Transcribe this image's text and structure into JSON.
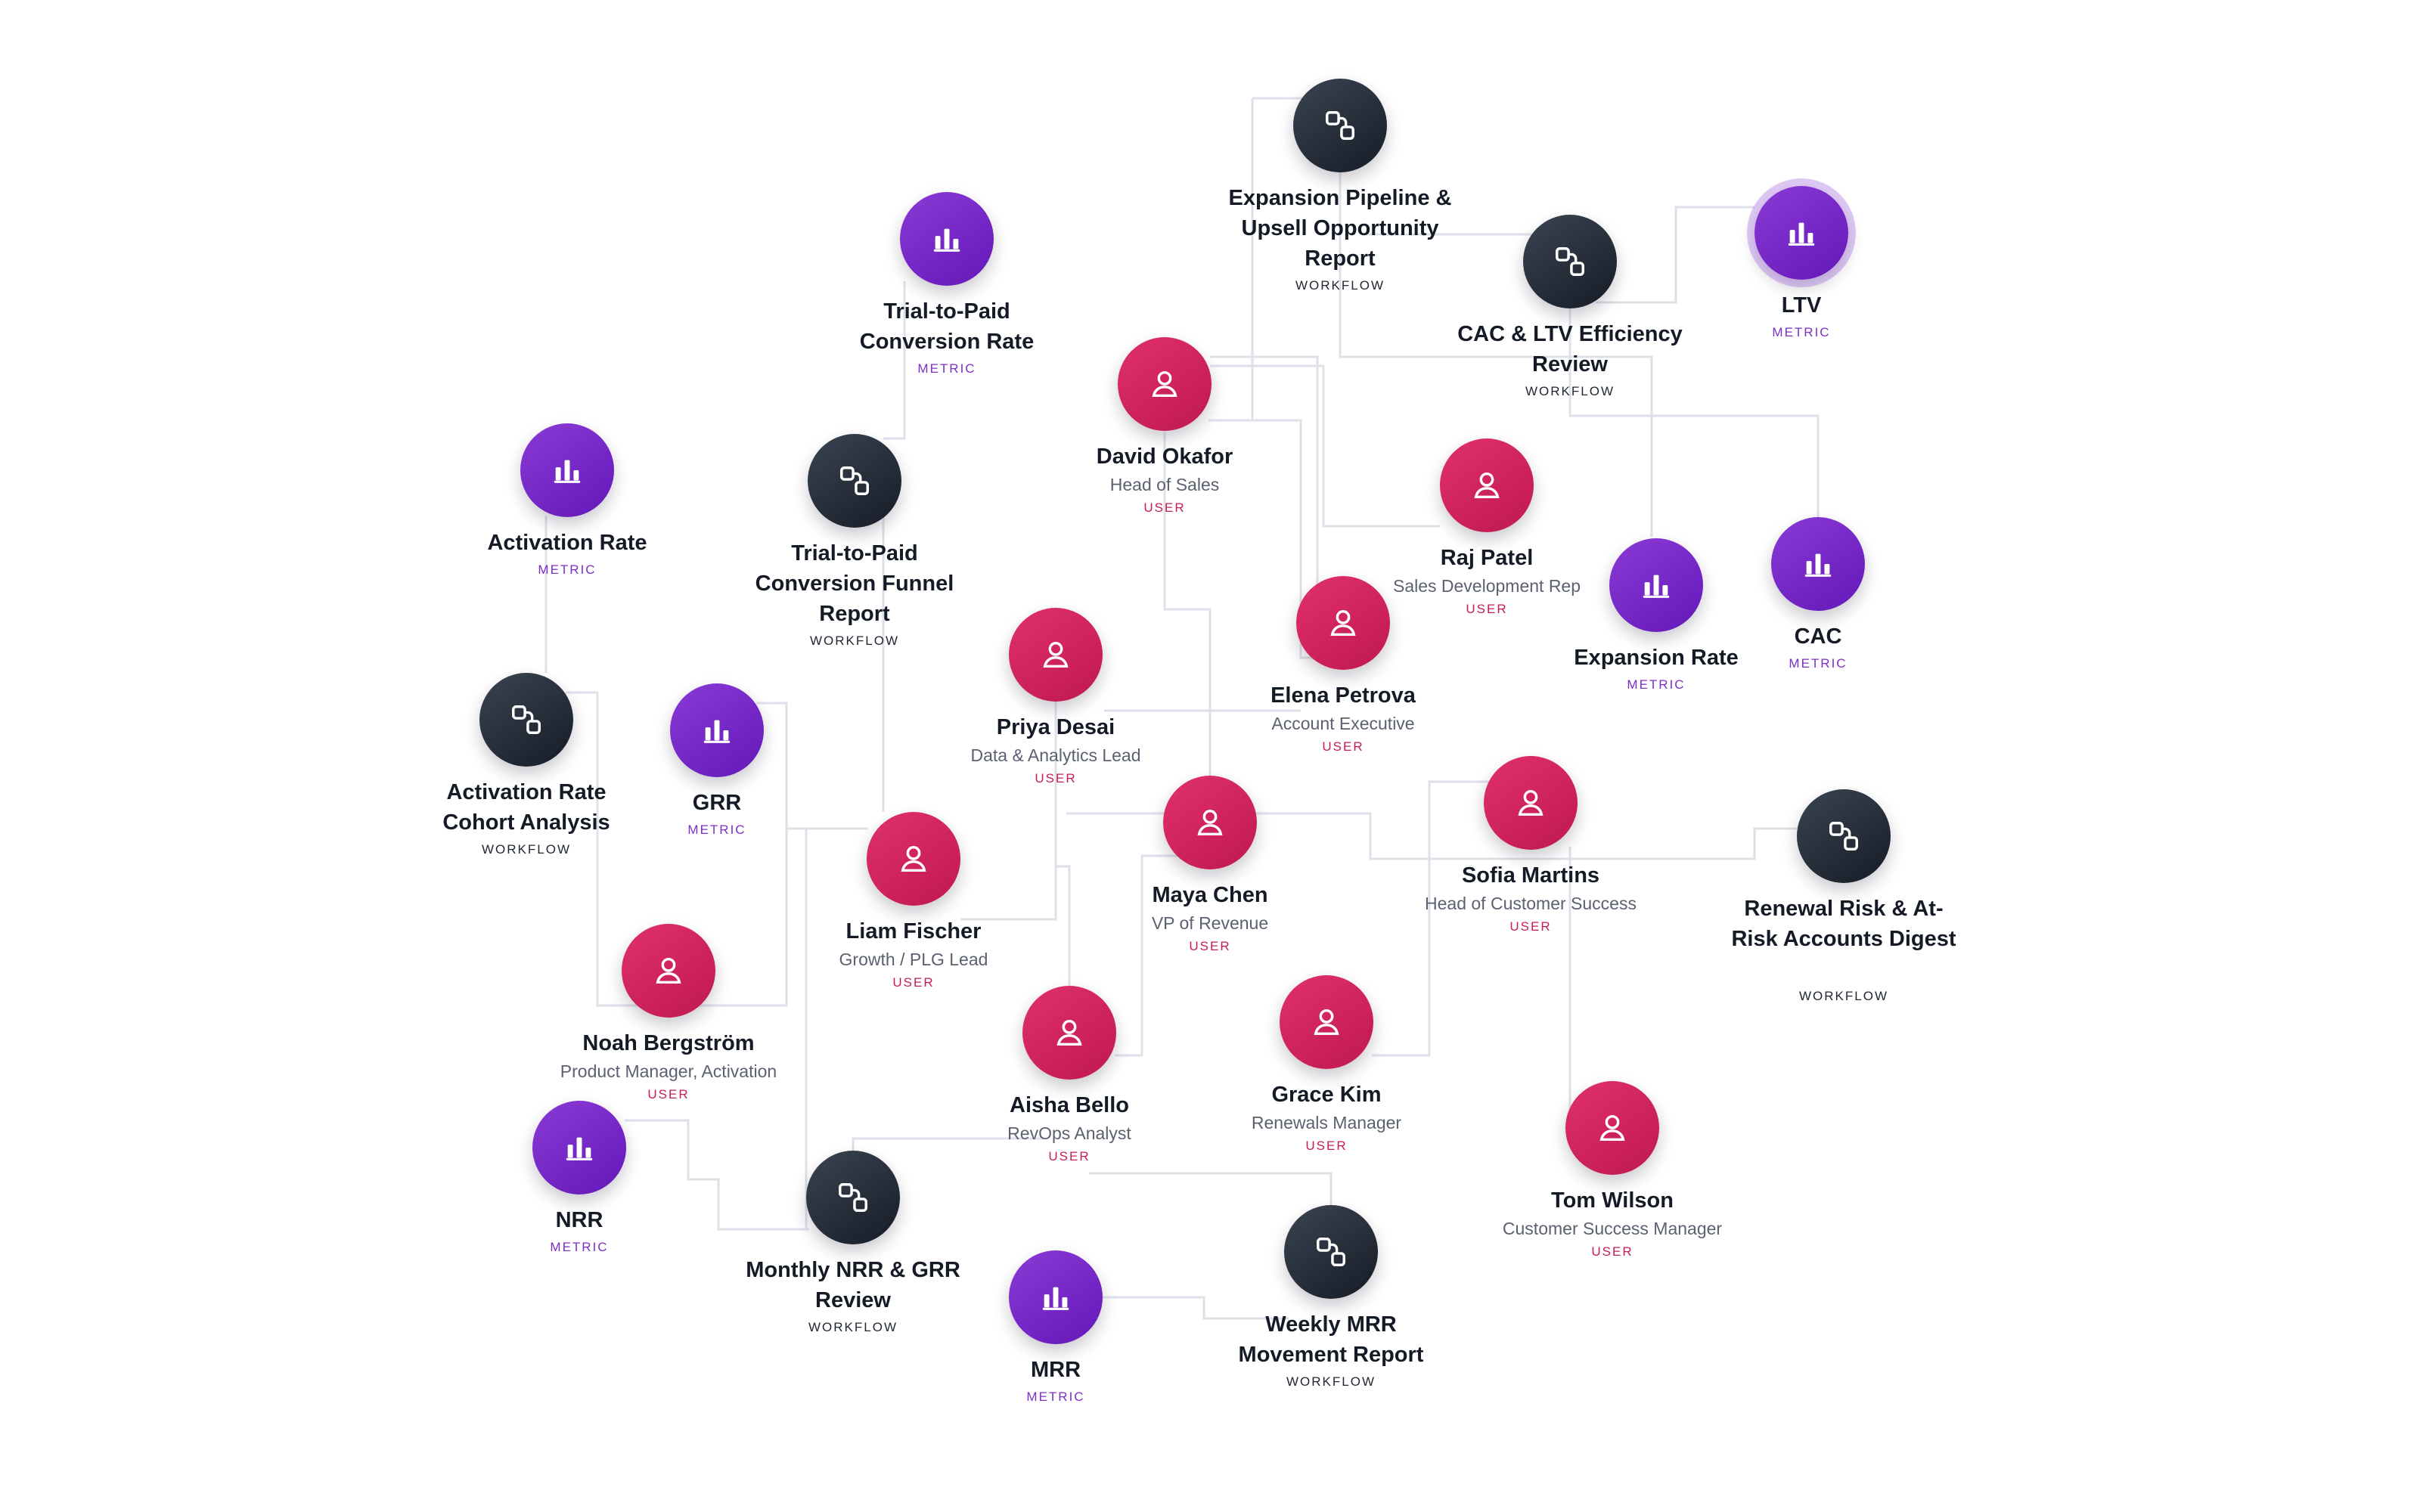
{
  "nodes": [
    {
      "id": "expansion_pipeline",
      "name": "Expansion Pipeline & Upsell Opportunity Report",
      "type": "WORKFLOW"
    },
    {
      "id": "trial_rate",
      "name": "Trial-to-Paid Conversion Rate",
      "type": "METRIC"
    },
    {
      "id": "ltv",
      "name": "LTV",
      "type": "METRIC",
      "selected": true
    },
    {
      "id": "cac_ltv_review",
      "name": "CAC & LTV Efficiency Review",
      "type": "WORKFLOW"
    },
    {
      "id": "david",
      "name": "David Okafor",
      "role": "Head of Sales",
      "type": "USER"
    },
    {
      "id": "activation_rate",
      "name": "Activation Rate",
      "type": "METRIC"
    },
    {
      "id": "trial_funnel",
      "name": "Trial-to-Paid Conversion Funnel Report",
      "type": "WORKFLOW"
    },
    {
      "id": "raj",
      "name": "Raj Patel",
      "role": "Sales Development Rep",
      "type": "USER"
    },
    {
      "id": "expansion_rate",
      "name": "Expansion Rate",
      "type": "METRIC"
    },
    {
      "id": "cac",
      "name": "CAC",
      "type": "METRIC"
    },
    {
      "id": "elena",
      "name": "Elena Petrova",
      "role": "Account Executive",
      "type": "USER"
    },
    {
      "id": "priya",
      "name": "Priya Desai",
      "role": "Data & Analytics Lead",
      "type": "USER"
    },
    {
      "id": "activation_cohort",
      "name": "Activation Rate Cohort Analysis",
      "type": "WORKFLOW"
    },
    {
      "id": "grr",
      "name": "GRR",
      "type": "METRIC"
    },
    {
      "id": "maya",
      "name": "Maya Chen",
      "role": "VP of Revenue",
      "type": "USER"
    },
    {
      "id": "sofia",
      "name": "Sofia Martins",
      "role": "Head of Customer Success",
      "type": "USER"
    },
    {
      "id": "renewal_risk",
      "name": "Renewal Risk & At-Risk Accounts Digest",
      "type": "WORKFLOW"
    },
    {
      "id": "liam",
      "name": "Liam Fischer",
      "role": "Growth / PLG Lead",
      "type": "USER"
    },
    {
      "id": "noah",
      "name": "Noah Bergström",
      "role": "Product Manager, Activation",
      "type": "USER"
    },
    {
      "id": "aisha",
      "name": "Aisha Bello",
      "role": "RevOps Analyst",
      "type": "USER"
    },
    {
      "id": "grace",
      "name": "Grace Kim",
      "role": "Renewals Manager",
      "type": "USER"
    },
    {
      "id": "tom",
      "name": "Tom Wilson",
      "role": "Customer Success Manager",
      "type": "USER"
    },
    {
      "id": "nrr",
      "name": "NRR",
      "type": "METRIC"
    },
    {
      "id": "nrr_grr_review",
      "name": "Monthly NRR & GRR Review",
      "type": "WORKFLOW"
    },
    {
      "id": "weekly_mrr",
      "name": "Weekly MRR Movement Report",
      "type": "WORKFLOW"
    },
    {
      "id": "mrr",
      "name": "MRR",
      "type": "METRIC"
    }
  ],
  "colors": {
    "user": "#d42260",
    "metric": "#7a2ccc",
    "workflow": "#1f2631",
    "edge": "#dfe1ea"
  }
}
